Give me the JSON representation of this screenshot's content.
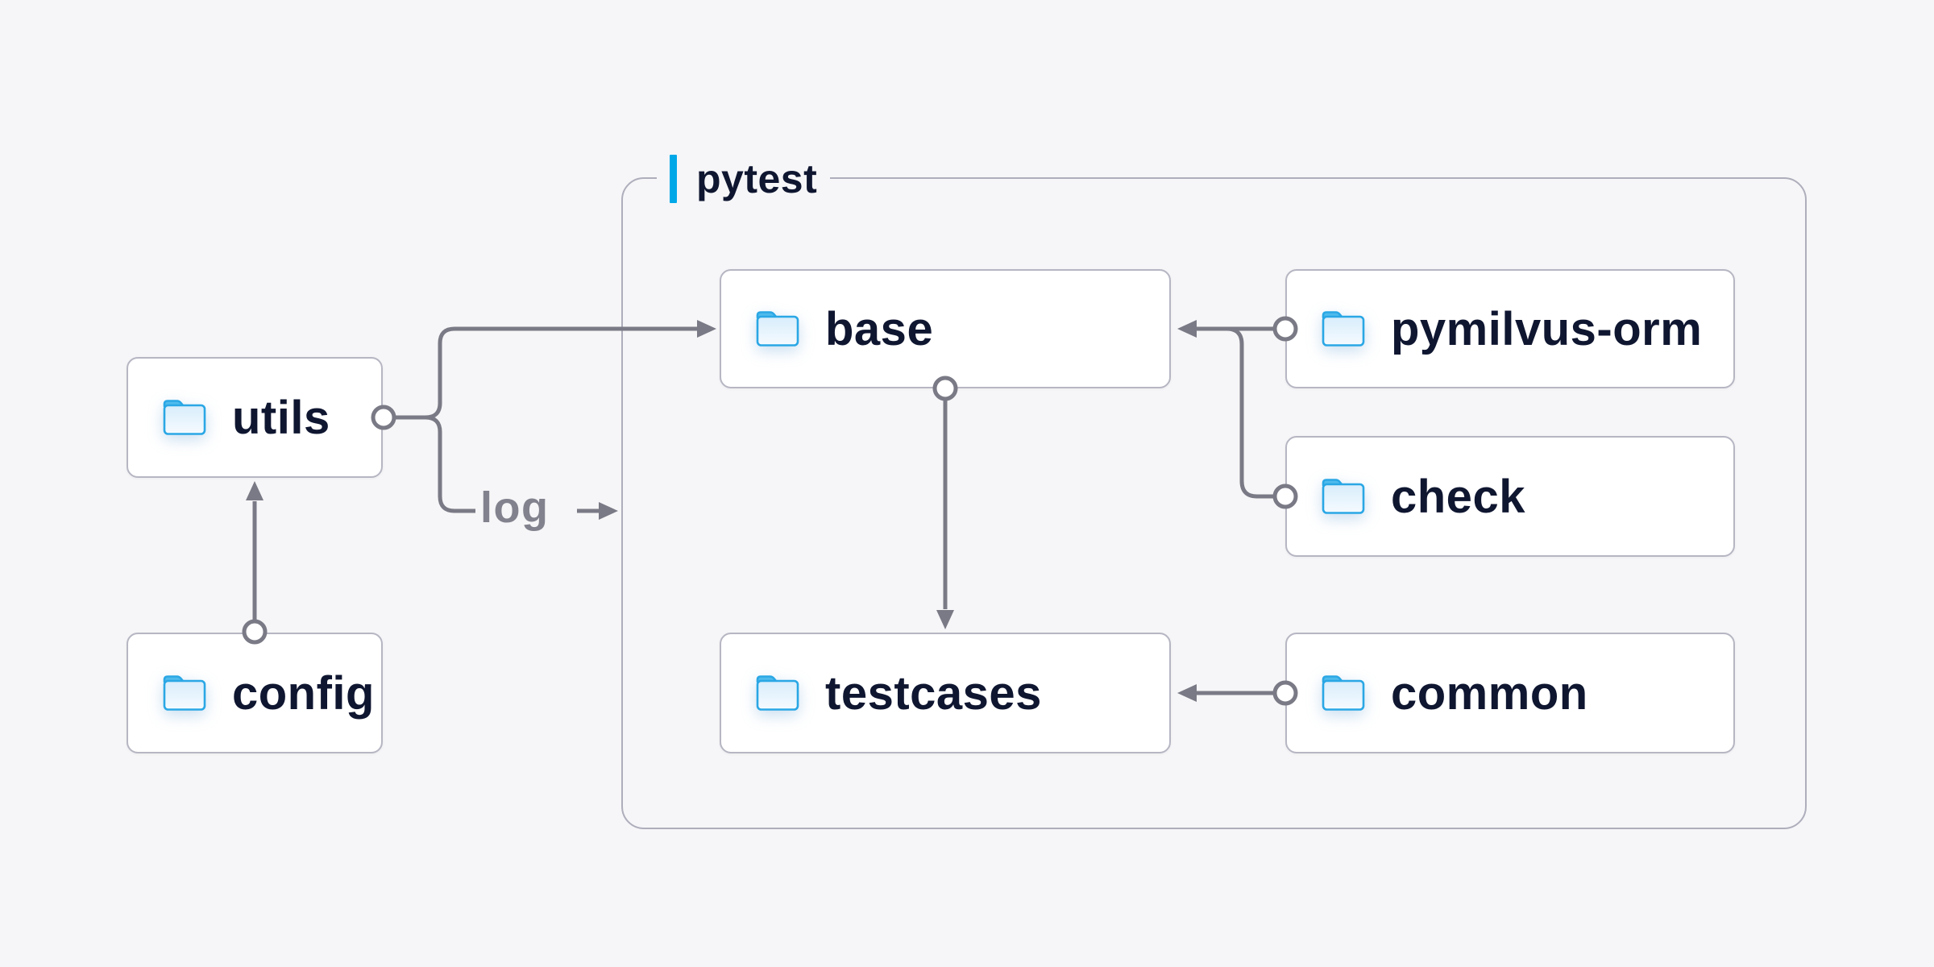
{
  "colors": {
    "bg": "#f6f6f8",
    "accent": "#00a8e8",
    "node-bg": "#ffffff",
    "node-border": "#b6b6c3",
    "container-border": "#aeaebc",
    "edge": "#7a7a86",
    "text": "#0f1630",
    "edge-label": "#82828e",
    "folder-stroke": "#2aa7e5",
    "folder-tab": "#4fbaec",
    "folder-body-top": "#d8edfb",
    "folder-body-bottom": "#f6fbff"
  },
  "container": {
    "label": "pytest"
  },
  "nodes": {
    "utils": {
      "label": "utils"
    },
    "config": {
      "label": "config"
    },
    "base": {
      "label": "base"
    },
    "pymilvus_orm": {
      "label": "pymilvus-orm"
    },
    "check": {
      "label": "check"
    },
    "testcases": {
      "label": "testcases"
    },
    "common": {
      "label": "common"
    }
  },
  "edge_label": {
    "log": "log"
  },
  "edges": [
    {
      "from": "config",
      "to": "utils"
    },
    {
      "from": "utils",
      "to": "base"
    },
    {
      "from": "utils",
      "to": "log-label",
      "label": "log"
    },
    {
      "from": "pymilvus-orm",
      "to": "base"
    },
    {
      "from": "check",
      "to": "base"
    },
    {
      "from": "base",
      "to": "testcases"
    },
    {
      "from": "common",
      "to": "testcases"
    }
  ]
}
